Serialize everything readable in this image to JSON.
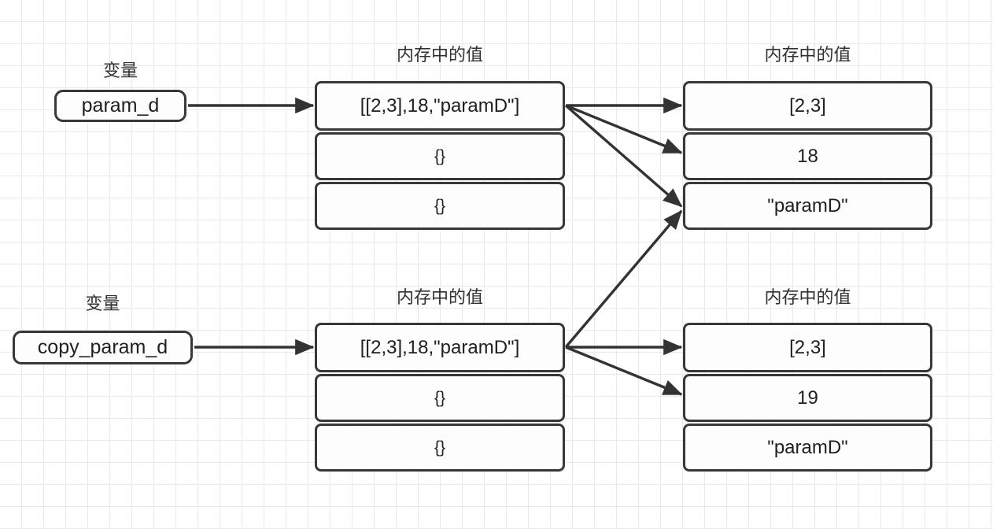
{
  "diagram": {
    "title": "Python variable memory reference diagram",
    "colors": {
      "box_border": "#38383a",
      "box_fill": "#fdfdfd",
      "arrow": "#333333",
      "grid_line": "#e9e9e9",
      "page_background": "#ffffff",
      "text": "#20201f"
    },
    "captions": {
      "variable_top": "变量",
      "variable_bottom": "变量",
      "memory_top_middle": "内存中的值",
      "memory_top_right": "内存中的值",
      "memory_bottom_middle": "内存中的值",
      "memory_bottom_right": "内存中的值"
    },
    "groups": [
      {
        "id": "top",
        "variable": {
          "name": "param_d"
        },
        "container_cells": [
          "[[2,3],18,\"paramD\"]",
          "{}",
          "{}"
        ],
        "value_cells": [
          "[2,3]",
          "18",
          "\"paramD\""
        ]
      },
      {
        "id": "bottom",
        "variable": {
          "name": "copy_param_d"
        },
        "container_cells": [
          "[[2,3],18,\"paramD\"]",
          "{}",
          "{}"
        ],
        "value_cells": [
          "[2,3]",
          "19",
          "\"paramD\""
        ]
      }
    ],
    "edges": [
      {
        "id": "e1",
        "from": "var-param-d",
        "to": "top-container-row-0"
      },
      {
        "id": "e2",
        "from": "top-container-row-0",
        "to": "top-value-row-0"
      },
      {
        "id": "e3",
        "from": "top-container-row-0",
        "to": "top-value-row-1"
      },
      {
        "id": "e4",
        "from": "top-container-row-0",
        "to": "top-value-row-2"
      },
      {
        "id": "e5",
        "from": "var-copy-param-d",
        "to": "bottom-container-row-0"
      },
      {
        "id": "e6",
        "from": "bottom-container-row-0",
        "to": "top-value-row-2"
      },
      {
        "id": "e7",
        "from": "bottom-container-row-0",
        "to": "bottom-value-row-0"
      },
      {
        "id": "e8",
        "from": "bottom-container-row-0",
        "to": "bottom-value-row-1"
      }
    ]
  }
}
